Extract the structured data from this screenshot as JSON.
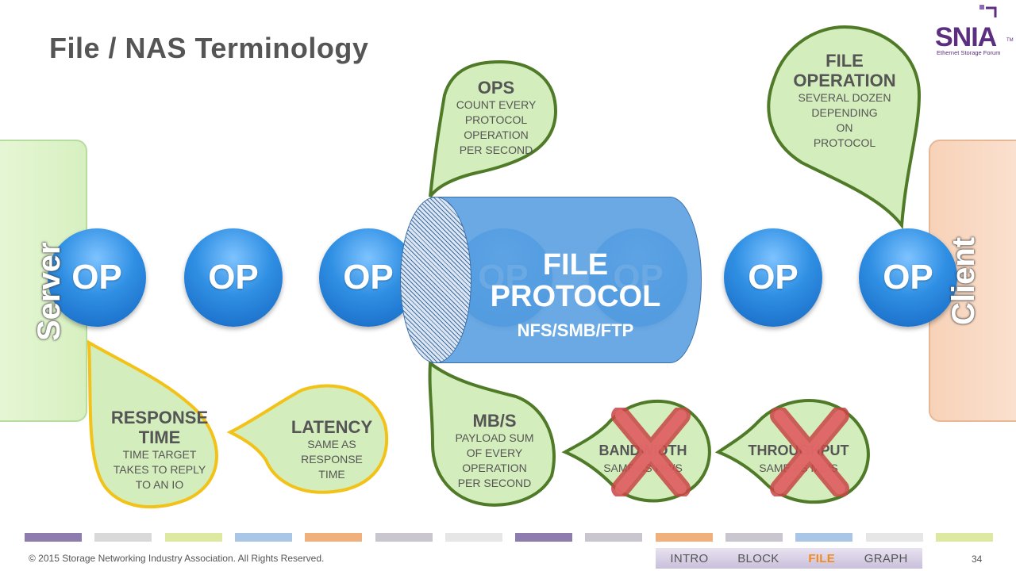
{
  "title": "File / NAS Terminology",
  "logo": {
    "name": "SNIA",
    "subtitle": "Ethernet Storage Forum",
    "tm": "TM"
  },
  "server_label": "Server",
  "client_label": "Client",
  "op_label": "OP",
  "protocol": {
    "line1": "FILE",
    "line2": "PROTOCOL",
    "line3": "NFS/SMB/FTP"
  },
  "bubbles": {
    "ops": {
      "head": "OPS",
      "body": [
        "COUNT EVERY",
        "PROTOCOL",
        "OPERATION",
        "PER SECOND"
      ]
    },
    "file_operation": {
      "head": [
        "FILE",
        "OPERATION"
      ],
      "body": [
        "SEVERAL DOZEN",
        "DEPENDING",
        "ON",
        "PROTOCOL"
      ]
    },
    "response_time": {
      "head": [
        "RESPONSE",
        "TIME"
      ],
      "body": [
        "TIME TARGET",
        "TAKES TO REPLY",
        "TO AN IO"
      ]
    },
    "latency": {
      "head": "LATENCY",
      "body": [
        "SAME AS",
        "RESPONSE",
        "TIME"
      ]
    },
    "mbs": {
      "head": "MB/S",
      "body": [
        "PAYLOAD SUM",
        "OF EVERY",
        "OPERATION",
        "PER SECOND"
      ]
    },
    "bandwidth": {
      "head": "BANDWIDTH",
      "body": "SAME AS MB/S"
    },
    "throughput": {
      "head": "THROUGHPUT",
      "body": "SAME AS MB/S"
    }
  },
  "colors": {
    "green_bubble": "#d4edbc",
    "green_border": "#4f7a28",
    "yellow_border": "#f2c218",
    "op_blue": "#2f8fe3",
    "cross_red": "#d94a4a",
    "swatches": [
      "#8e7cae",
      "#d9d9d9",
      "#dde8a0",
      "#a9c6e6",
      "#f0b07c",
      "#c9c6cf",
      "#e6e6e6",
      "#8e7cae",
      "#c9c6cf",
      "#f0b07c",
      "#c9c6cf",
      "#a9c6e6",
      "#e6e6e6",
      "#dde8a0"
    ]
  },
  "nav": {
    "items": [
      "INTRO",
      "BLOCK",
      "FILE",
      "GRAPH"
    ],
    "active": "FILE"
  },
  "footer": "© 2015 Storage Networking Industry Association. All Rights Reserved.",
  "page_number": "34"
}
